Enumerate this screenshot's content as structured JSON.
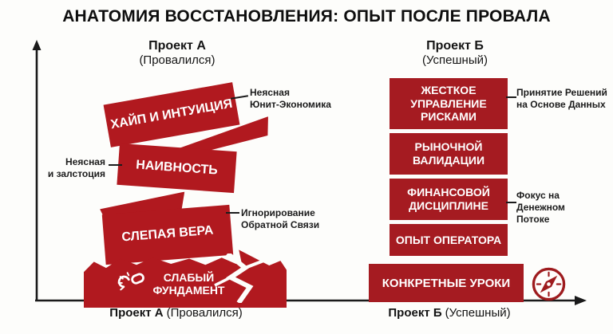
{
  "title": "АНАТОМИЯ ВОССТАНОВЛЕНИЯ: ОПЫТ ПОСЛЕ ПРОВАЛА",
  "left_tower": {
    "header": {
      "title": "Проект А",
      "subtitle": "(Провалился)"
    },
    "blocks": {
      "hype": "ХАЙП И ИНТУИЦИЯ",
      "naivety": "НАИВНОСТЬ",
      "blind_faith": "СЛЕПАЯ ВЕРА",
      "weak_foundation": "СЛАБЫЙ\nФУНДАМЕНТ"
    },
    "axis_label": {
      "name": "Проект А",
      "status": "(Провалился)"
    }
  },
  "right_tower": {
    "header": {
      "title": "Проект Б",
      "subtitle": "(Успешный)"
    },
    "blocks": {
      "risk_management": "ЖЕСТКОЕ\nУПРАВЛЕНИЕ\nРИСКАМИ",
      "market_validation": "РЫНОЧНОЙ\nВАЛИДАЦИИ",
      "financial_discipline": "ФИНАНСОВОЙ\nДИСЦИПЛИНЕ",
      "operator_experience": "ОПЫТ ОПЕРАТОРА",
      "concrete_lessons": "КОНКРЕТНЫЕ УРОКИ"
    },
    "axis_label": {
      "name": "Проект Б",
      "status": "(Успешный)"
    }
  },
  "annotations": {
    "unit_economics": "Неясная\nЮнит-Экономика",
    "unclear": "Неясная\nи залстоция",
    "feedback": "Игнорирование\nОбратной Связи",
    "data_decisions": "Принятие Решений\nна Основе Данных",
    "cash_flow": "Фокус на\nДенежном\nПотоке"
  },
  "icons": {
    "broken_chain": "broken-chain-icon",
    "compass": "compass-icon"
  },
  "colors": {
    "block_red_left": "#b1191f",
    "block_red_right": "#a51b21",
    "compass_red": "#9e1b1e",
    "ink": "#1c1c1c"
  }
}
